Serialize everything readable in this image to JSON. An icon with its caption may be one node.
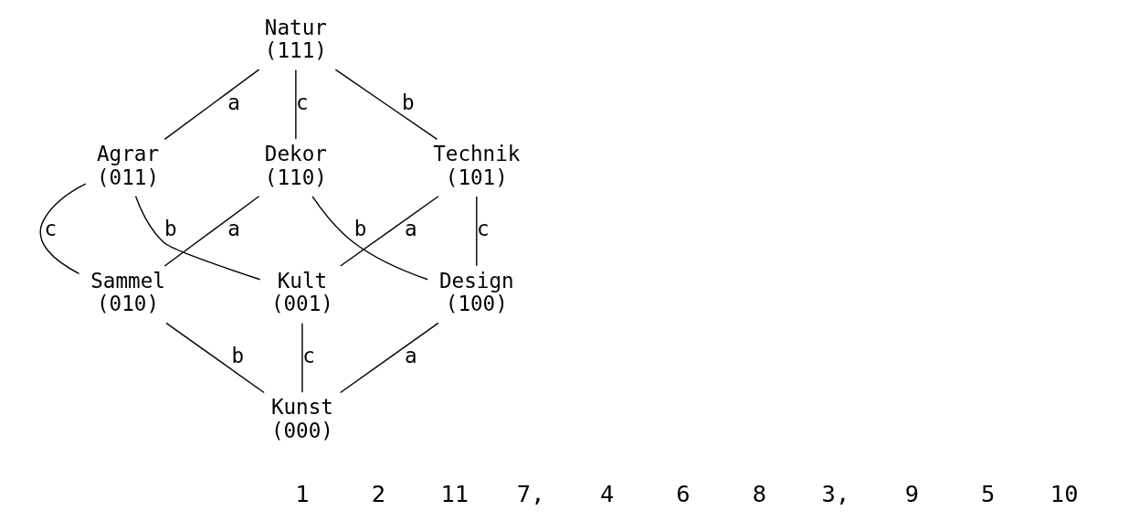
{
  "diagram": {
    "nodes": [
      {
        "text": [
          "Natur",
          "(111)"
        ]
      },
      {
        "text": [
          "Agrar",
          "(011)"
        ]
      },
      {
        "text": [
          "Technik",
          "(101)"
        ]
      },
      {
        "text": [
          "Dekor",
          "(110)"
        ]
      },
      {
        "text": [
          "Kult",
          "(001)"
        ]
      },
      {
        "text": [
          "Sammel",
          "(010)"
        ]
      },
      {
        "text": [
          "Design",
          "(100)"
        ]
      },
      {
        "text": [
          "Kunst",
          "(000)"
        ]
      }
    ],
    "edges": [
      {
        "from": 0,
        "to": 1,
        "arrow": "none",
        "label": "a"
      },
      {
        "from": 0,
        "to": 2,
        "arrow": "none",
        "label": "b"
      },
      {
        "from": 0,
        "to": 3,
        "arrow": "none",
        "label": "c"
      },
      {
        "from": 1,
        "to": 4,
        "arrow": "none",
        "label": "b"
      },
      {
        "from": 1,
        "to": 5,
        "arrow": "none",
        "label": "c"
      },
      {
        "from": 2,
        "to": 4,
        "arrow": "none",
        "label": "a"
      },
      {
        "from": 2,
        "to": 6,
        "arrow": "none",
        "label": "c"
      },
      {
        "from": 3,
        "to": 5,
        "arrow": "none",
        "label": "a"
      },
      {
        "from": 3,
        "to": 6,
        "arrow": "none",
        "label": "b"
      },
      {
        "from": 4,
        "to": 7,
        "arrow": "none",
        "label": "c"
      },
      {
        "from": 5,
        "to": 7,
        "arrow": "none",
        "label": "b"
      },
      {
        "from": 6,
        "to": 7,
        "arrow": "none",
        "label": "a"
      }
    ],
    "labels": [
      "1",
      "2",
      "11",
      "7,",
      "4",
      "6",
      "8",
      "3,",
      "9",
      "5",
      "10"
    ]
  }
}
